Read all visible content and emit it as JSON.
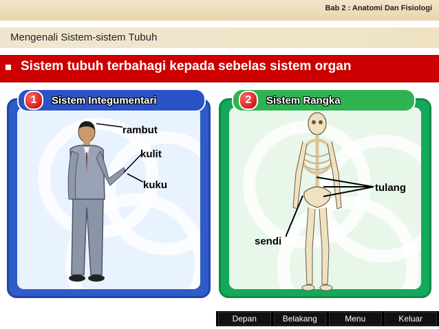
{
  "header": {
    "chapter": "Bab 2 : Anatomi Dan Fisiologi",
    "subtitle": "Mengenali Sistem-sistem Tubuh",
    "headline": "Sistem tubuh terbahagi kepada sebelas sistem organ"
  },
  "panels": [
    {
      "number": "1",
      "title": "Sistem Integumentari",
      "labels": [
        "rambut",
        "kulit",
        "kuku"
      ],
      "color": "#2f5cc9"
    },
    {
      "number": "2",
      "title": "Sistem Rangka",
      "labels": [
        "tulang",
        "sendi"
      ],
      "color": "#14a85a"
    }
  ],
  "nav": {
    "items": [
      "Depan",
      "Belakang",
      "Menu",
      "Keluar"
    ]
  },
  "colors": {
    "accent_red": "#cc0000",
    "panel_blue": "#2f5cc9",
    "panel_green": "#14a85a",
    "bar_cream": "#efe3c4"
  },
  "icons": {
    "bullet": "square-bullet-icon",
    "man_figure": "businessman-illustration",
    "skeleton_figure": "skeleton-illustration"
  }
}
